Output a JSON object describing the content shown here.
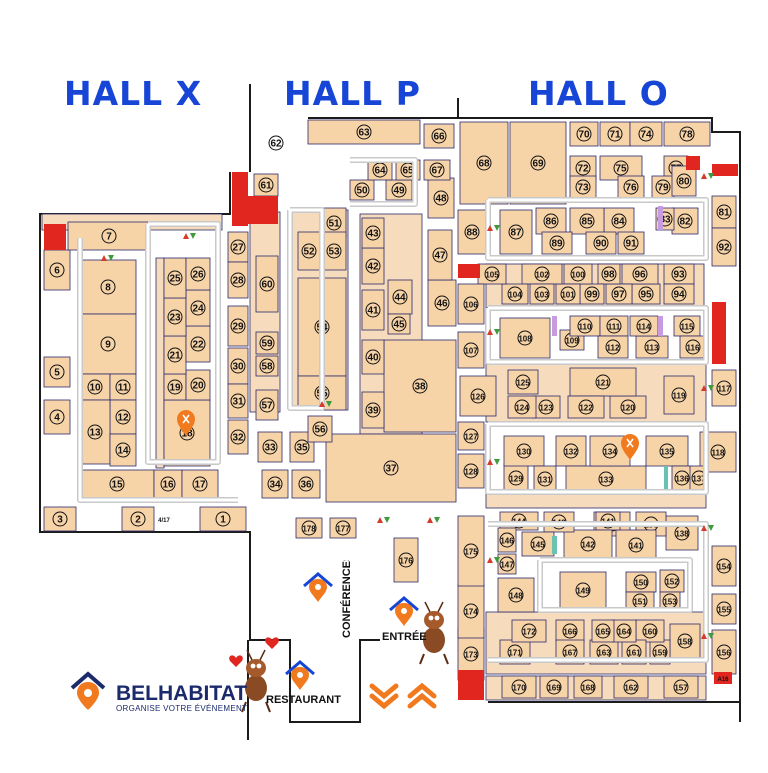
{
  "halls": {
    "x": "HALL X",
    "p": "HALL P",
    "o": "HALL O"
  },
  "labels": {
    "conferences": "CONFÉRENCES",
    "entree": "ENTRÉE",
    "restaurant": "RESTAURANT",
    "aisle_4_17": "4/17",
    "aisle_a16": "A16"
  },
  "brand": {
    "name": "BELHABITAT",
    "tagline": "ORGANISE VOTRE ÉVÉNEMENT"
  },
  "colors": {
    "booth": "#f7d3a8",
    "booth_stroke": "#2b2a6e",
    "wall": "#1b1b1b",
    "red_block": "#e0261f",
    "hall_title": "#1746d6",
    "accent_orange": "#f27a1e",
    "purple": "#c69be0",
    "teal": "#69c3b0"
  },
  "icons": [
    "map-pin-icon",
    "food-icon",
    "entrance-icon",
    "chevron-down-icon",
    "chevron-up-icon",
    "ant-mascot"
  ],
  "booths": [
    "1",
    "2",
    "3",
    "4",
    "5",
    "6",
    "7",
    "8",
    "9",
    "10",
    "11",
    "12",
    "13",
    "14",
    "15",
    "16",
    "17",
    "18",
    "19",
    "20",
    "21",
    "22",
    "23",
    "24",
    "25",
    "26",
    "27",
    "28",
    "29",
    "30",
    "31",
    "32",
    "33",
    "34",
    "35",
    "36",
    "37",
    "38",
    "39",
    "40",
    "41",
    "42",
    "43",
    "44",
    "45",
    "46",
    "47",
    "48",
    "49",
    "50",
    "51",
    "52",
    "53",
    "54",
    "55",
    "56",
    "57",
    "58",
    "59",
    "60",
    "61",
    "62",
    "63",
    "64",
    "65",
    "66",
    "67",
    "68",
    "69",
    "70",
    "71",
    "72",
    "73",
    "74",
    "75",
    "76",
    "77",
    "78",
    "79",
    "80",
    "81",
    "82",
    "83",
    "84",
    "85",
    "86",
    "87",
    "88",
    "89",
    "90",
    "91",
    "92",
    "93",
    "94",
    "95",
    "96",
    "97",
    "98",
    "99",
    "100",
    "101",
    "102",
    "103",
    "104",
    "105",
    "106",
    "107",
    "108",
    "109",
    "110",
    "111",
    "112",
    "113",
    "114",
    "115",
    "116",
    "117",
    "118",
    "119",
    "120",
    "121",
    "122",
    "123",
    "124",
    "125",
    "126",
    "127",
    "128",
    "129",
    "130",
    "131",
    "132",
    "133",
    "134",
    "135",
    "136",
    "137",
    "138",
    "139",
    "140",
    "141",
    "142",
    "143",
    "144",
    "145",
    "146",
    "147",
    "148",
    "149",
    "150",
    "151",
    "152",
    "153",
    "154",
    "155",
    "156",
    "157",
    "158",
    "159",
    "160",
    "161",
    "162",
    "163",
    "164",
    "165",
    "166",
    "167",
    "168",
    "169",
    "170",
    "171",
    "172",
    "173",
    "174",
    "175",
    "176",
    "177",
    "178"
  ]
}
